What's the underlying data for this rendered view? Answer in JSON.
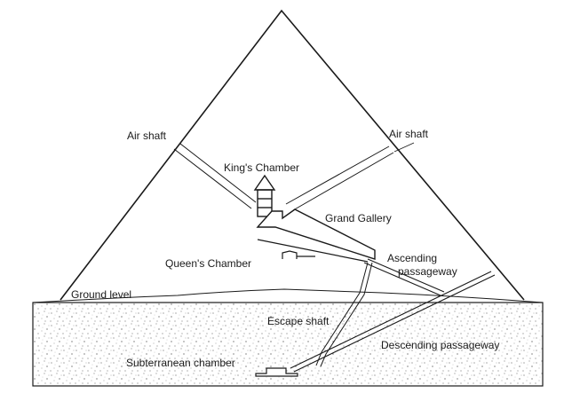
{
  "labels": {
    "air_shaft_left": "Air shaft",
    "air_shaft_right": "Air  shaft",
    "kings_chamber": "King's Chamber",
    "grand_gallery": "Grand Gallery",
    "queens_chamber": "Queen's Chamber",
    "ascending_line1": "Ascending",
    "ascending_line2": "passageway",
    "ground_level": "Ground level",
    "escape_shaft": "Escape shaft",
    "descending_passageway": "Descending passageway",
    "subterranean_chamber": "Subterranean chamber"
  },
  "colors": {
    "ink": "#1a1a1a",
    "paper": "#ffffff",
    "ground_speckle": "#3a3a3a"
  }
}
